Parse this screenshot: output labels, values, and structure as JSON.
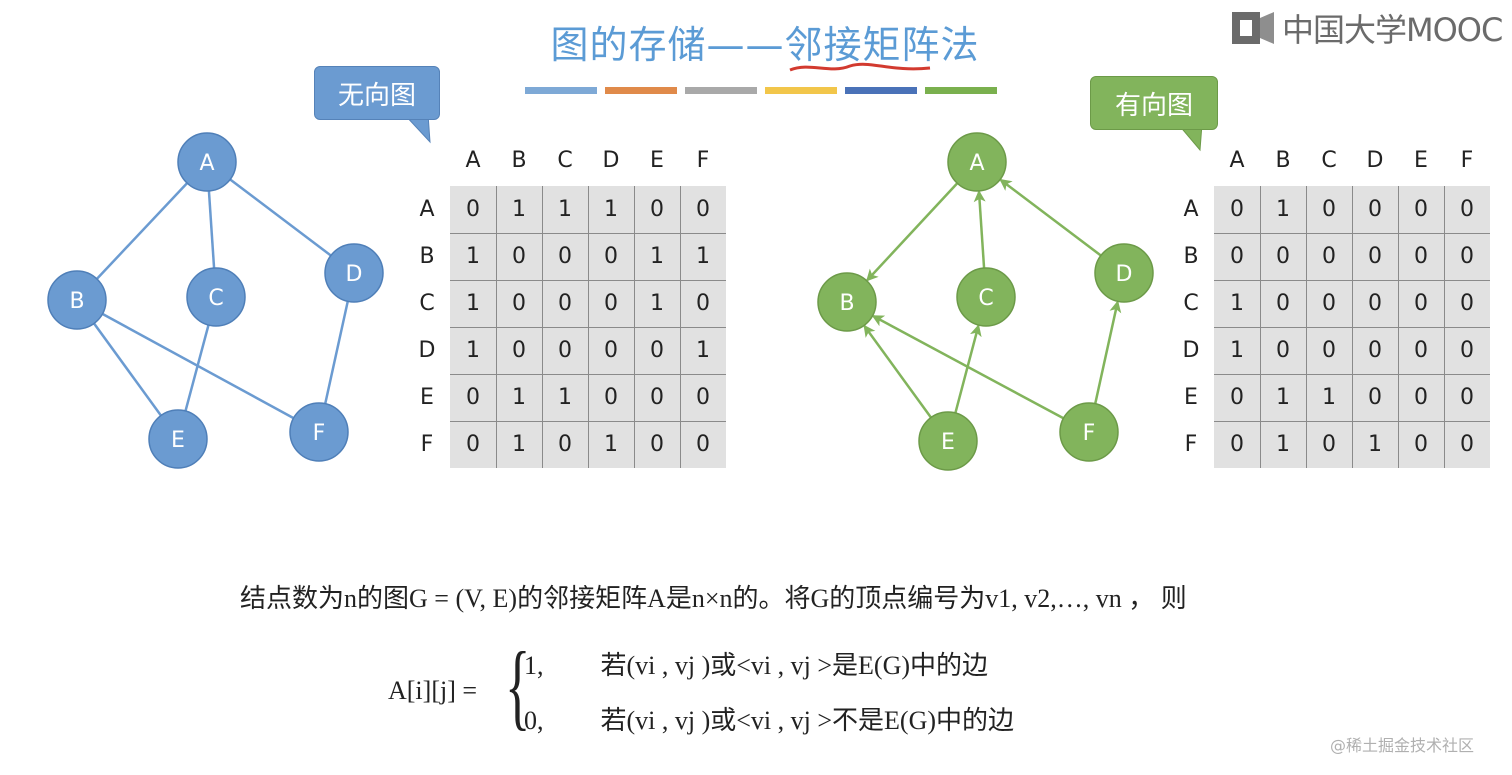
{
  "title": "图的存储——邻接矩阵法",
  "logo_text": "中国大学MOOC",
  "title_bar_colors": [
    "#7ea9d6",
    "#e08a4a",
    "#a9a9a9",
    "#f2c64a",
    "#4a72b8",
    "#7ab04e"
  ],
  "undirected": {
    "callout": "无向图",
    "color": "#6b9bd1",
    "node_labels": [
      "A",
      "B",
      "C",
      "D",
      "E",
      "F"
    ],
    "edges": [
      [
        "A",
        "B"
      ],
      [
        "A",
        "C"
      ],
      [
        "A",
        "D"
      ],
      [
        "B",
        "E"
      ],
      [
        "B",
        "F"
      ],
      [
        "C",
        "E"
      ],
      [
        "D",
        "F"
      ]
    ]
  },
  "directed": {
    "callout": "有向图",
    "color": "#82b45c",
    "node_labels": [
      "A",
      "B",
      "C",
      "D",
      "E",
      "F"
    ],
    "edges": [
      [
        "A",
        "B"
      ],
      [
        "C",
        "A"
      ],
      [
        "D",
        "A"
      ],
      [
        "E",
        "B"
      ],
      [
        "E",
        "C"
      ],
      [
        "F",
        "B"
      ],
      [
        "F",
        "D"
      ]
    ]
  },
  "undirected_matrix": {
    "columns": [
      "A",
      "B",
      "C",
      "D",
      "E",
      "F"
    ],
    "rows": [
      "A",
      "B",
      "C",
      "D",
      "E",
      "F"
    ],
    "values": [
      [
        "0",
        "1",
        "1",
        "1",
        "0",
        "0"
      ],
      [
        "1",
        "0",
        "0",
        "0",
        "1",
        "1"
      ],
      [
        "1",
        "0",
        "0",
        "0",
        "1",
        "0"
      ],
      [
        "1",
        "0",
        "0",
        "0",
        "0",
        "1"
      ],
      [
        "0",
        "1",
        "1",
        "0",
        "0",
        "0"
      ],
      [
        "0",
        "1",
        "0",
        "1",
        "0",
        "0"
      ]
    ]
  },
  "directed_matrix": {
    "columns": [
      "A",
      "B",
      "C",
      "D",
      "E",
      "F"
    ],
    "rows": [
      "A",
      "B",
      "C",
      "D",
      "E",
      "F"
    ],
    "values": [
      [
        "0",
        "1",
        "0",
        "0",
        "0",
        "0"
      ],
      [
        "0",
        "0",
        "0",
        "0",
        "0",
        "0"
      ],
      [
        "1",
        "0",
        "0",
        "0",
        "0",
        "0"
      ],
      [
        "1",
        "0",
        "0",
        "0",
        "0",
        "0"
      ],
      [
        "0",
        "1",
        "1",
        "0",
        "0",
        "0"
      ],
      [
        "0",
        "1",
        "0",
        "1",
        "0",
        "0"
      ]
    ]
  },
  "definition": "结点数为n的图G = (V, E)的邻接矩阵A是n×n的。将G的顶点编号为v1, v2,…, vn ， 则",
  "formula": {
    "lhs": "A[i][j] =",
    "case1_value": "1,",
    "case1_condition": "若(vi , vj )或<vi , vj >是E(G)中的边",
    "case2_value": "0,",
    "case2_condition": "若(vi , vj )或<vi , vj >不是E(G)中的边"
  },
  "watermark": "@稀土掘金技术社区"
}
